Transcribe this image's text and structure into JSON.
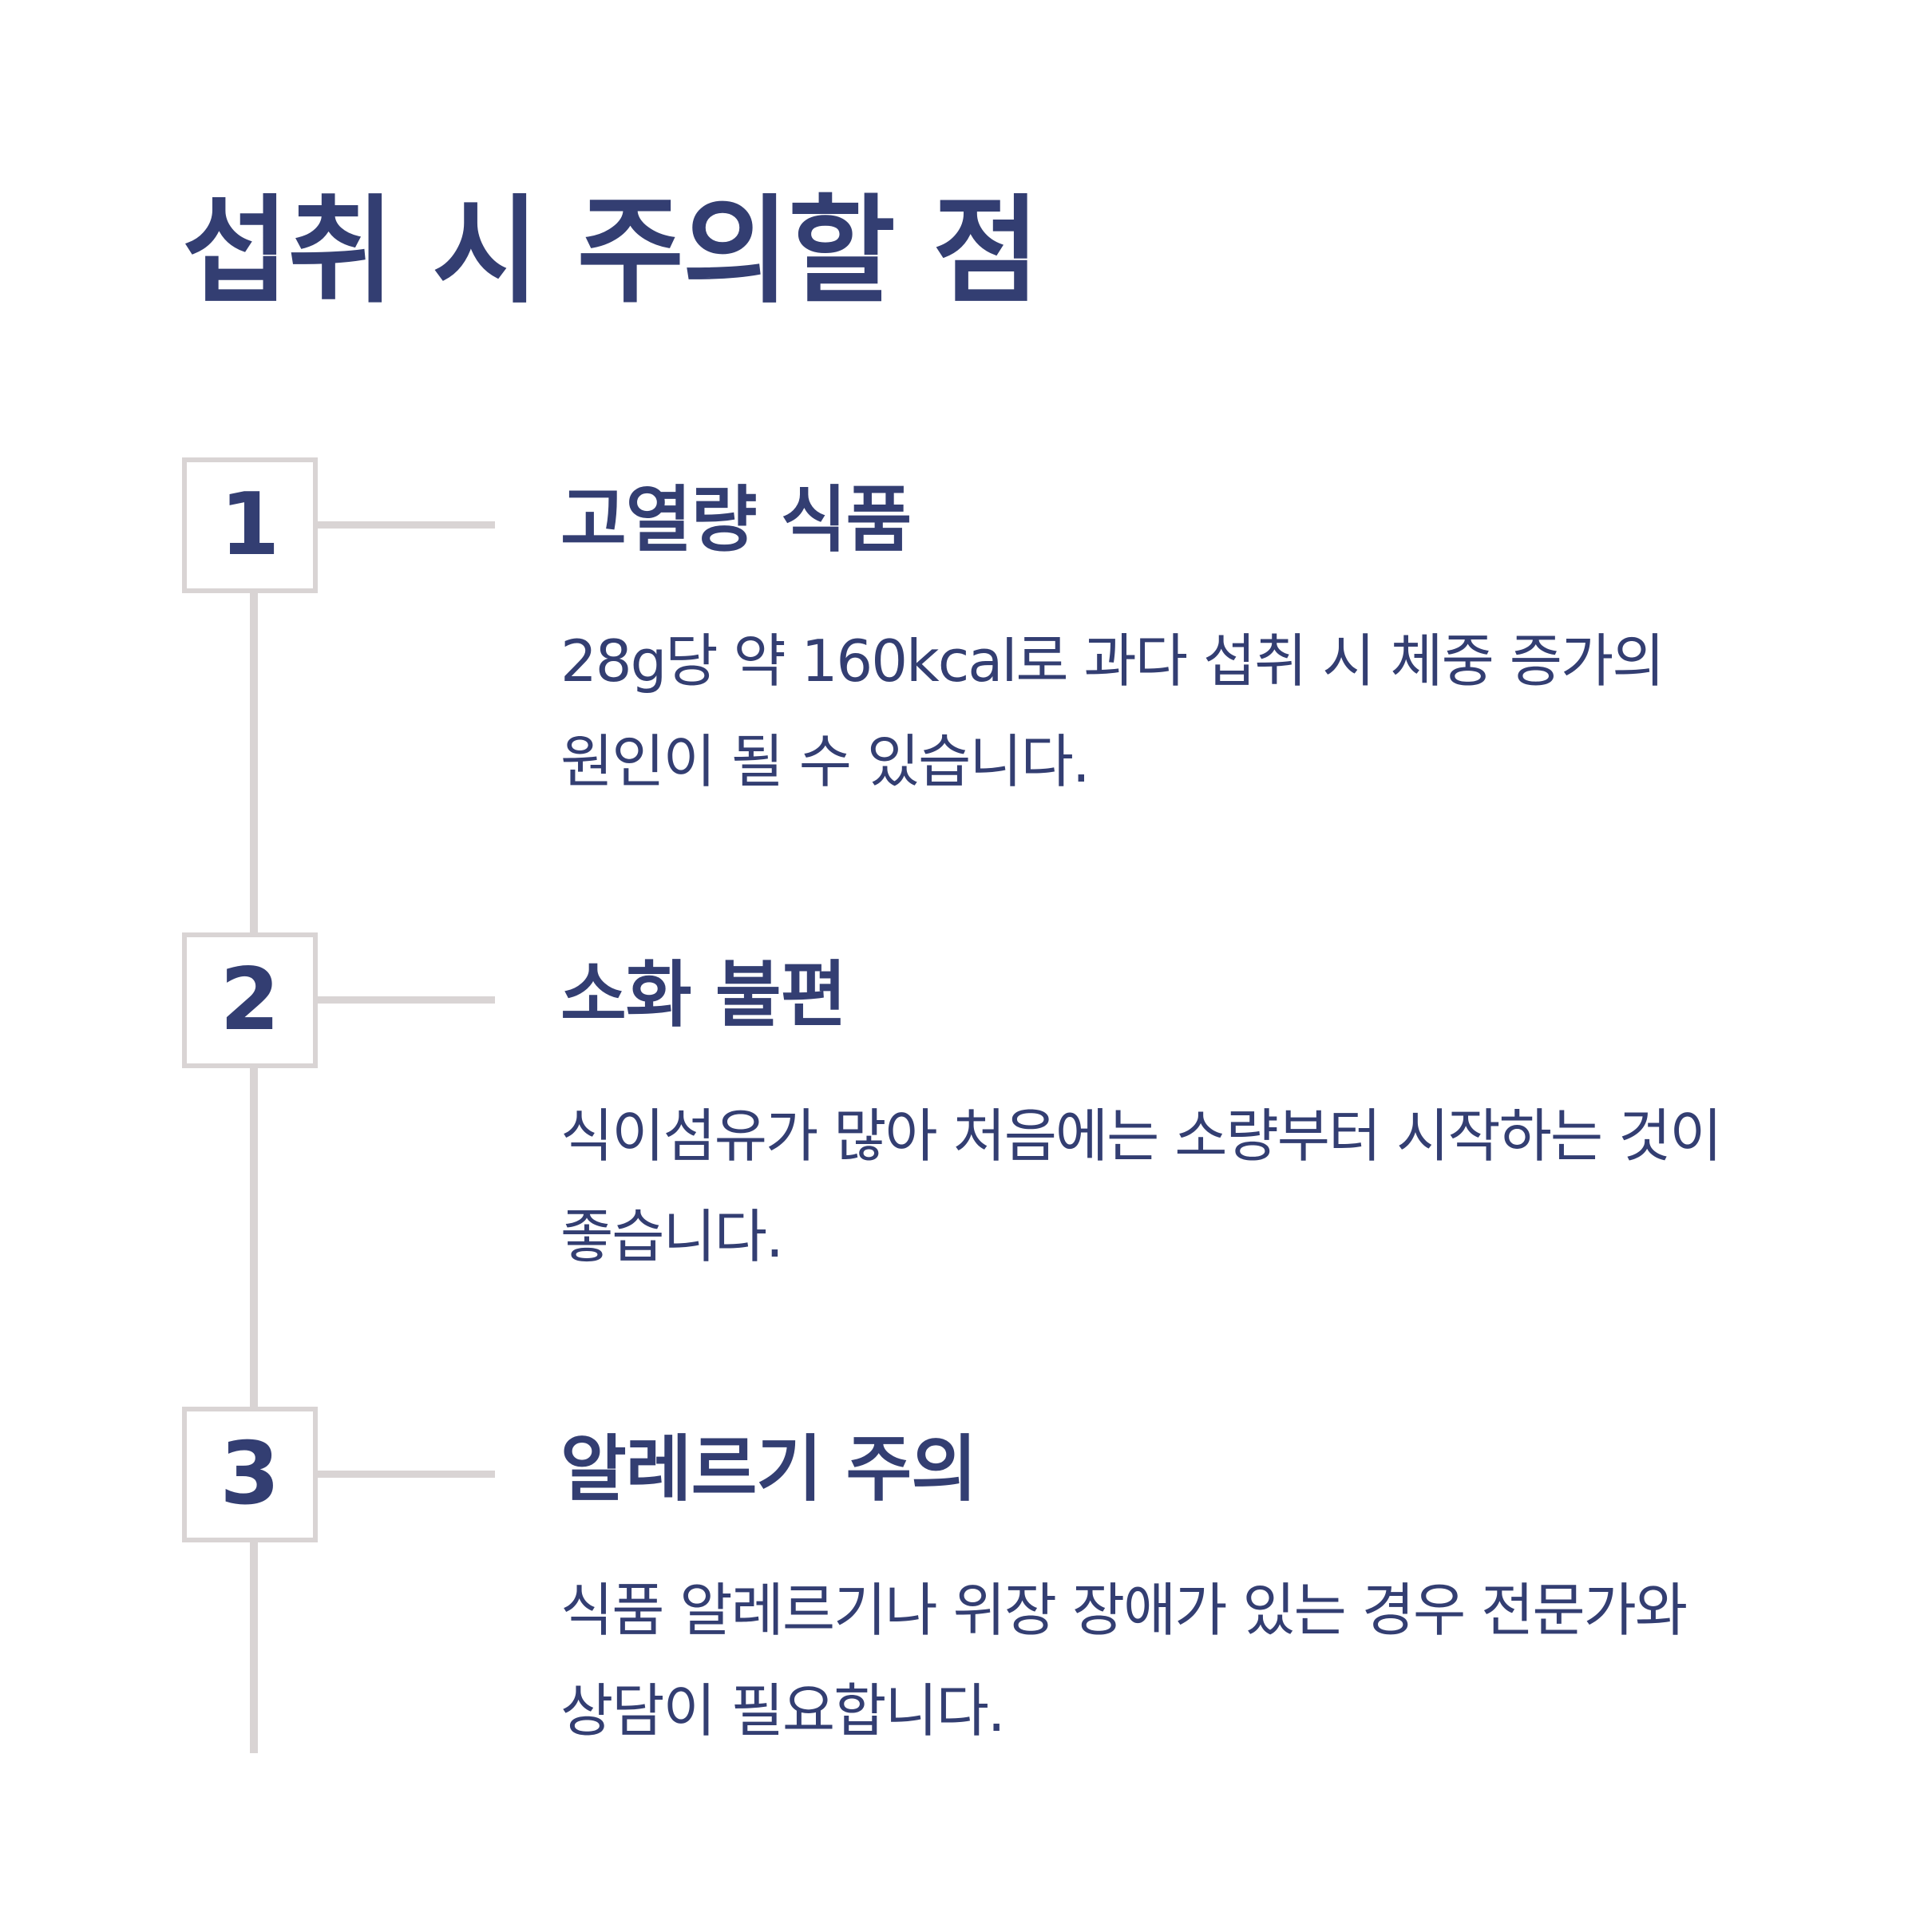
{
  "page": {
    "title": "섭취 시 주의할 점"
  },
  "steps": [
    {
      "number": "1",
      "title": "고열량 식품",
      "description": "28g당 약 160kcal로 과다 섭취 시 체중 증가의 원인이 될 수 있습니다."
    },
    {
      "number": "2",
      "title": "소화 불편",
      "description": "식이섬유가 많아 처음에는 소량부터 시작하는 것이 좋습니다."
    },
    {
      "number": "3",
      "title": "알레르기 주의",
      "description": "식품 알레르기나 위장 장애가 있는 경우 전문가와 상담이 필요합니다."
    }
  ],
  "colors": {
    "text": "#333e72",
    "line": "#d9d4d4",
    "background": "#ffffff"
  }
}
